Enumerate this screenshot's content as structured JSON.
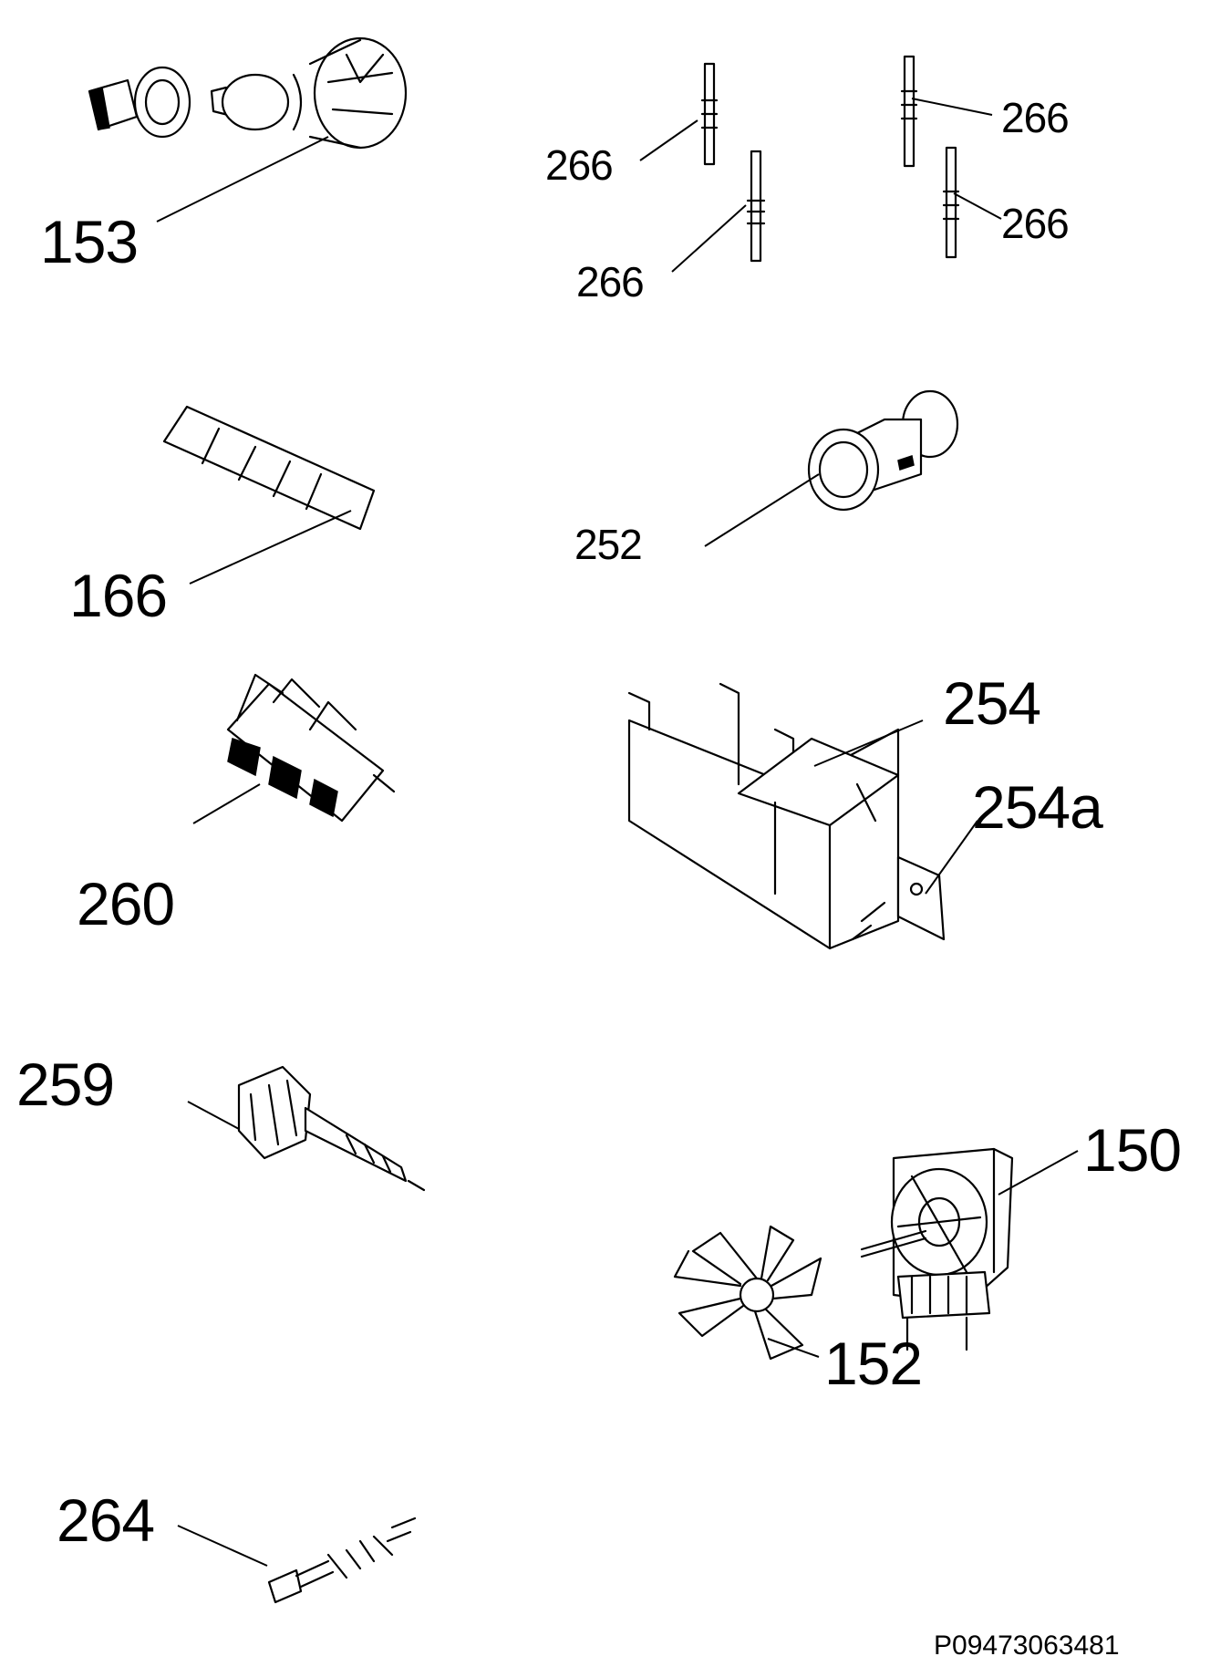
{
  "diagram": {
    "parts": [
      {
        "id": "p153",
        "label": "153"
      },
      {
        "id": "p266a",
        "label": "266"
      },
      {
        "id": "p266b",
        "label": "266"
      },
      {
        "id": "p266c",
        "label": "266"
      },
      {
        "id": "p266d",
        "label": "266"
      },
      {
        "id": "p166",
        "label": "166"
      },
      {
        "id": "p252",
        "label": "252"
      },
      {
        "id": "p260",
        "label": "260"
      },
      {
        "id": "p254",
        "label": "254"
      },
      {
        "id": "p254a",
        "label": "254a"
      },
      {
        "id": "p259",
        "label": "259"
      },
      {
        "id": "p150",
        "label": "150"
      },
      {
        "id": "p152",
        "label": "152"
      },
      {
        "id": "p264",
        "label": "264"
      }
    ],
    "reference_code": "P09473063481"
  }
}
